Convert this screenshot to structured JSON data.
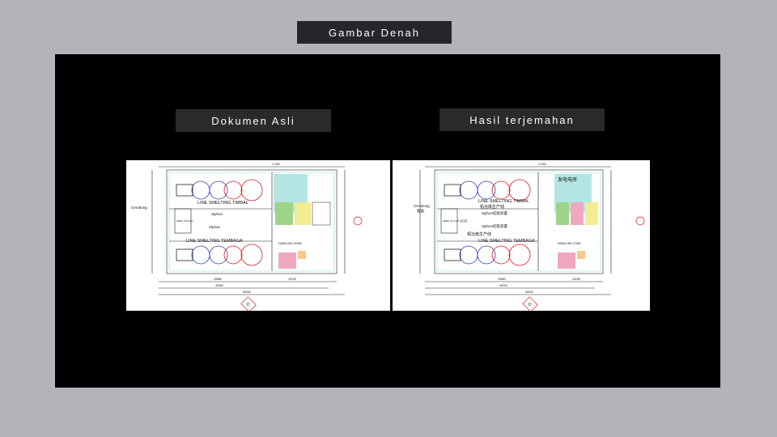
{
  "header": {
    "title": "Gambar Denah"
  },
  "panels": {
    "original": {
      "label": "Dokumen Asli",
      "line_top": "LINE SMELTING TIMBAL",
      "line_bottom": "LINE SMELTING TEMBAGA",
      "siphon_1": "Siphon",
      "siphon_2": "Siphon",
      "cerobong": "Cerobong",
      "zone": "HANDLING ZONE",
      "area": "AREA OUTLET",
      "dims": {
        "top": "17400",
        "bottom_1": "33680",
        "bottom_2": "40000",
        "bottom_3": "60000",
        "right": "10230",
        "mark": "D"
      }
    },
    "translated": {
      "label": "Hasil terjemahan",
      "line_top": "LINE SMELTING TIMBAL",
      "line_top_cn": "铅冶炼生产线",
      "line_bottom": "LINE SMELTING TEMBAGA",
      "line_bottom_cn": "铜冶炼生产线",
      "siphon_1": "Siphon虹吸装置",
      "siphon_2": "Siphon虹吸装置",
      "cerobong": "Cerobong",
      "cerobong_cn": "烟囱",
      "zone": "HANDLING ZONE",
      "area": "AREA OUTLET 出口区",
      "power_room": "发电电房",
      "dims": {
        "top": "17400",
        "bottom_1": "33680",
        "bottom_2": "40000",
        "bottom_3": "60000",
        "right": "10230",
        "mark": "D"
      }
    }
  },
  "colors": {
    "accent_blue": "#2c3fb3",
    "accent_red": "#d11f1f",
    "teal_hatch": "#56c8c0",
    "green_block": "#9fd38a",
    "yellow_block": "#f2ec92",
    "pink_block": "#f0a7c0"
  }
}
